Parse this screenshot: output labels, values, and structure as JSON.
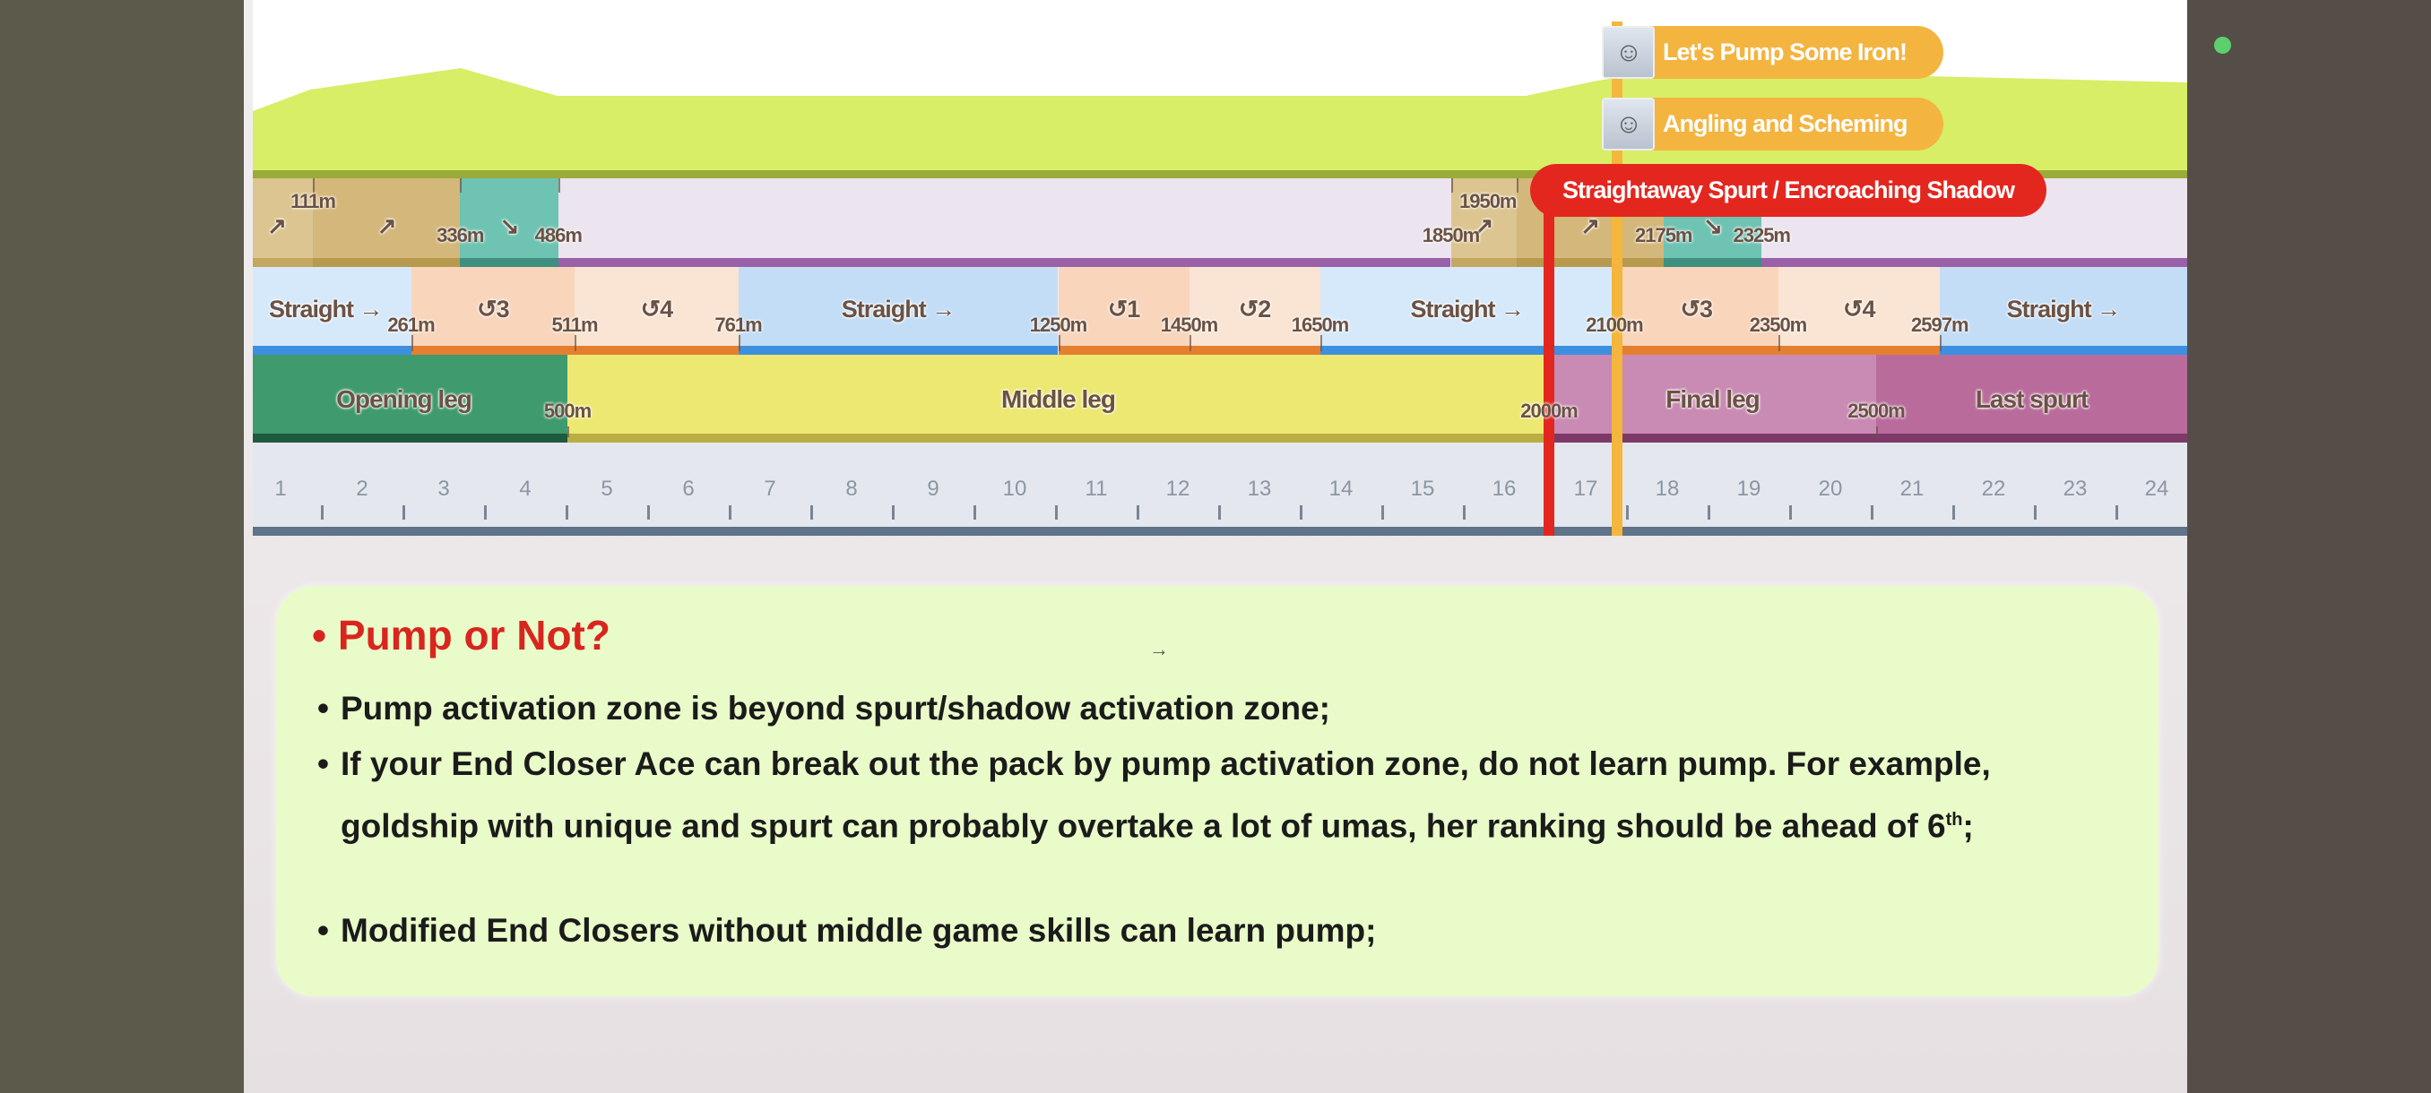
{
  "skills": {
    "pump": "Let's Pump Some Iron!",
    "angling": "Angling and Scheming",
    "spurt": "Straightaway Spurt / Encroaching Shadow"
  },
  "slopes": [
    {
      "start": 0,
      "end": 111,
      "type": "up",
      "symbol": "↗"
    },
    {
      "start": 111,
      "end": 336,
      "type": "up2",
      "symbol": "↗"
    },
    {
      "start": 336,
      "end": 486,
      "type": "down",
      "symbol": "↘"
    },
    {
      "start": 486,
      "end": 1850,
      "type": "flat",
      "symbol": ""
    },
    {
      "start": 1850,
      "end": 1950,
      "type": "up",
      "symbol": "↗"
    },
    {
      "start": 1950,
      "end": 2175,
      "type": "up2",
      "symbol": "↗"
    },
    {
      "start": 2175,
      "end": 2325,
      "type": "down",
      "symbol": "↘"
    },
    {
      "start": 2325,
      "end": 3000,
      "type": "flat",
      "symbol": ""
    }
  ],
  "slope_marks": [
    {
      "m": 111,
      "label": "111m",
      "high": true
    },
    {
      "m": 336,
      "label": "336m"
    },
    {
      "m": 486,
      "label": "486m"
    },
    {
      "m": 1850,
      "label": "1850m"
    },
    {
      "m": 1950,
      "label": "1950m",
      "high": true
    },
    {
      "m": 2175,
      "label": "2175m"
    },
    {
      "m": 2325,
      "label": "2325m"
    }
  ],
  "corners": [
    {
      "start": 0,
      "end": 261,
      "type": "straight",
      "label": "Straight →"
    },
    {
      "start": 261,
      "end": 511,
      "type": "corner",
      "label": "↺3"
    },
    {
      "start": 511,
      "end": 761,
      "type": "corner2",
      "label": "↺4"
    },
    {
      "start": 761,
      "end": 1250,
      "type": "straight2",
      "label": "Straight →"
    },
    {
      "start": 1250,
      "end": 1450,
      "type": "corner",
      "label": "↺1"
    },
    {
      "start": 1450,
      "end": 1650,
      "type": "corner2",
      "label": "↺2"
    },
    {
      "start": 1650,
      "end": 2100,
      "type": "straight",
      "label": "Straight →"
    },
    {
      "start": 2100,
      "end": 2350,
      "type": "corner",
      "label": "↺3"
    },
    {
      "start": 2350,
      "end": 2597,
      "type": "corner2",
      "label": "↺4"
    },
    {
      "start": 2597,
      "end": 3000,
      "type": "straight2",
      "label": "Straight →"
    }
  ],
  "corner_marks": [
    {
      "m": 261,
      "label": "261m"
    },
    {
      "m": 511,
      "label": "511m"
    },
    {
      "m": 761,
      "label": "761m"
    },
    {
      "m": 1250,
      "label": "1250m"
    },
    {
      "m": 1450,
      "label": "1450m"
    },
    {
      "m": 1650,
      "label": "1650m"
    },
    {
      "m": 2100,
      "label": "2100m"
    },
    {
      "m": 2350,
      "label": "2350m"
    },
    {
      "m": 2597,
      "label": "2597m"
    }
  ],
  "phases": [
    {
      "start": 0,
      "end": 500,
      "type": "opening",
      "label": "Opening leg"
    },
    {
      "start": 500,
      "end": 2000,
      "type": "middle",
      "label": "Middle leg"
    },
    {
      "start": 2000,
      "end": 2500,
      "type": "final",
      "label": "Final leg"
    },
    {
      "start": 2500,
      "end": 3000,
      "type": "last",
      "label": "Last spurt"
    }
  ],
  "phase_marks": [
    {
      "m": 500,
      "label": "500m"
    },
    {
      "m": 2000,
      "label": "2000m"
    },
    {
      "m": 2500,
      "label": "2500m"
    }
  ],
  "ruler": [
    "1",
    "2",
    "3",
    "4",
    "5",
    "6",
    "7",
    "8",
    "9",
    "10",
    "11",
    "12",
    "13",
    "14",
    "15",
    "16",
    "17",
    "18",
    "19",
    "20",
    "21",
    "22",
    "23",
    "24"
  ],
  "colors": {
    "up": [
      "#dcc590",
      "#c4a862"
    ],
    "up2": [
      "#d4b77a",
      "#b89a4e"
    ],
    "down": [
      "#6fc3b3",
      "#3f8f80"
    ],
    "flat": [
      "#ece4ef",
      "#9a60a8"
    ],
    "straight": [
      "#d6e9fb",
      "#3d8fe0"
    ],
    "straight2": [
      "#c3ddf7",
      "#3d8fe0"
    ],
    "corner": [
      "#f8d5bb",
      "#e57f30"
    ],
    "corner2": [
      "#fae4d4",
      "#e57f30"
    ],
    "opening": [
      "#3f9a6e",
      "#1f5a3f"
    ],
    "middle": [
      "#ede872",
      "#b9ae43"
    ],
    "final": [
      "#c98ab3",
      "#7d3a68"
    ],
    "last": [
      "#b96c9c",
      "#7d3a68"
    ]
  },
  "notes": {
    "title": "Pump or Not?",
    "bullets": [
      "Pump activation zone is beyond spurt/shadow activation zone;",
      "If your End Closer Ace can break out the pack by pump activation zone, do not learn pump. For example, goldship with unique and spurt can probably overtake a lot of umas, her ranking should be ahead of 6",
      "Modified End Closers without middle game skills can learn pump;"
    ],
    "sup": "th",
    "bullet2_end": ";"
  }
}
